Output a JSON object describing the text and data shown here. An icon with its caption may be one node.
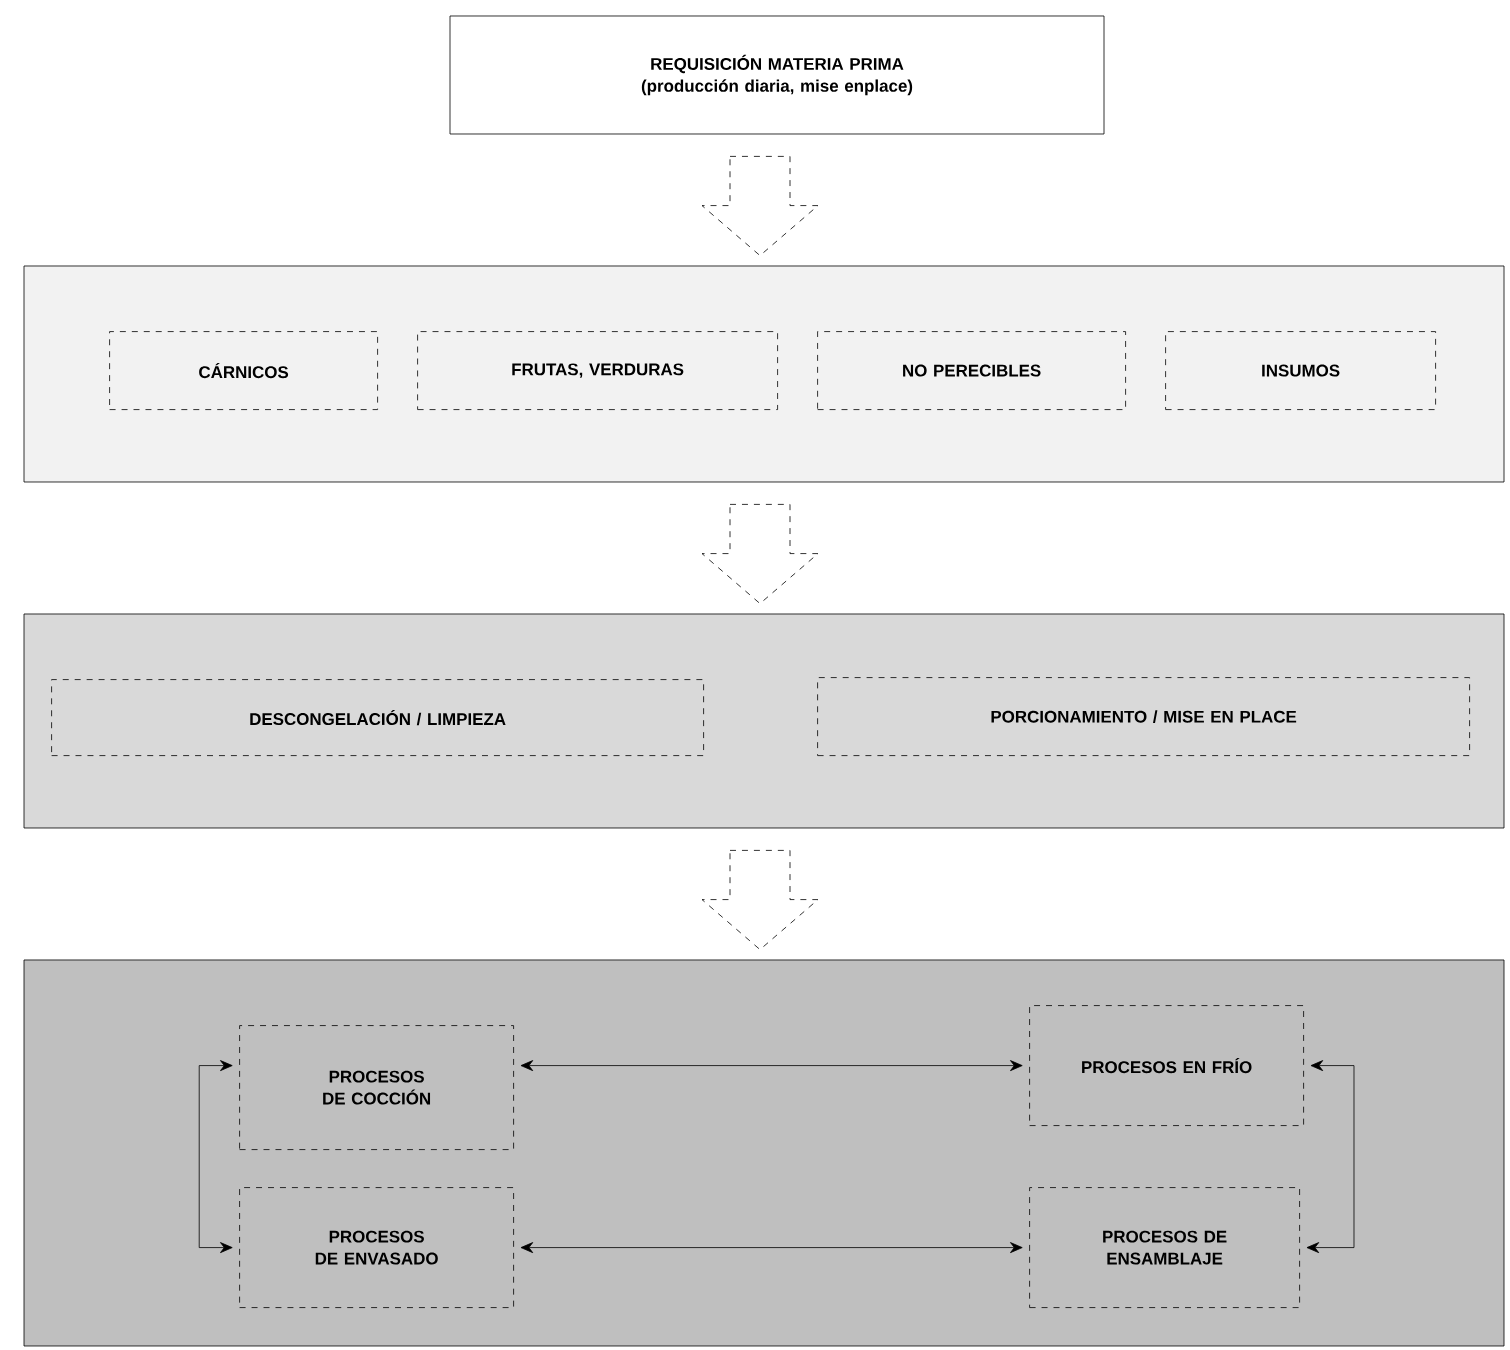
{
  "diagram": {
    "nodes": [
      {
        "text": [
          "REQUISICIÓN MATERIA PRIMA",
          "(producción diaria, mise enplace)"
        ]
      },
      {
        "text": [],
        "shape": "box"
      },
      {
        "text": [
          "CÁRNICOS"
        ],
        "in": 1
      },
      {
        "text": [
          "FRUTAS, VERDURAS"
        ],
        "in": 1
      },
      {
        "text": [
          "NO PERECIBLES"
        ],
        "in": 1
      },
      {
        "text": [
          "INSUMOS"
        ],
        "in": 1
      },
      {
        "text": [],
        "shape": "box"
      },
      {
        "text": [
          "DESCONGELACIÓN / LIMPIEZA"
        ],
        "in": 6
      },
      {
        "text": [
          "PORCIONAMIENTO / MISE EN PLACE"
        ],
        "in": 6
      },
      {
        "text": [],
        "shape": "box"
      },
      {
        "text": [
          "PROCESOS DE COCCIÓN"
        ],
        "in": 9
      },
      {
        "text": [
          "PROCESOS EN FRÍO"
        ],
        "in": 9
      },
      {
        "text": [
          "PROCESOS DE ENVASADO"
        ],
        "in": 9
      },
      {
        "text": [
          "PROCESOS DE ENSAMBLAJE"
        ],
        "in": 9
      }
    ],
    "edges": [
      {
        "from": 0,
        "to": 1,
        "arrow": "to",
        "style": "dashed"
      },
      {
        "from": 1,
        "to": 6,
        "arrow": "to",
        "style": "dashed"
      },
      {
        "from": 6,
        "to": 9,
        "arrow": "to",
        "style": "dashed"
      },
      {
        "from": 10,
        "to": 11,
        "arrow": "both"
      },
      {
        "from": 12,
        "to": 13,
        "arrow": "both"
      },
      {
        "from": 10,
        "to": 12,
        "arrow": "both"
      },
      {
        "from": 11,
        "to": 13,
        "arrow": "both"
      }
    ]
  }
}
